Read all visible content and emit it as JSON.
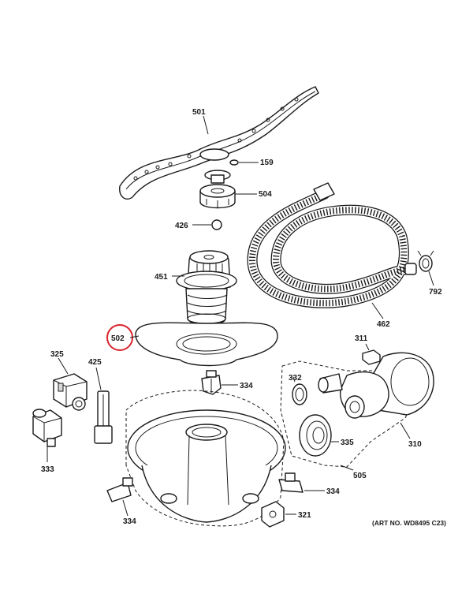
{
  "labels": {
    "p501": "501",
    "p159": "159",
    "p504": "504",
    "p426": "426",
    "p451": "451",
    "p502": "502",
    "p792": "792",
    "p462": "462",
    "p325": "325",
    "p425": "425",
    "p334a": "334",
    "p311": "311",
    "p332": "332",
    "p333": "333",
    "p335": "335",
    "p310": "310",
    "p505": "505",
    "p334b": "334",
    "p334c": "334",
    "p321": "321"
  },
  "art_number": "(ART NO. WD8495 C23)",
  "highlight": {
    "part": "502",
    "color": "#d9232d"
  }
}
